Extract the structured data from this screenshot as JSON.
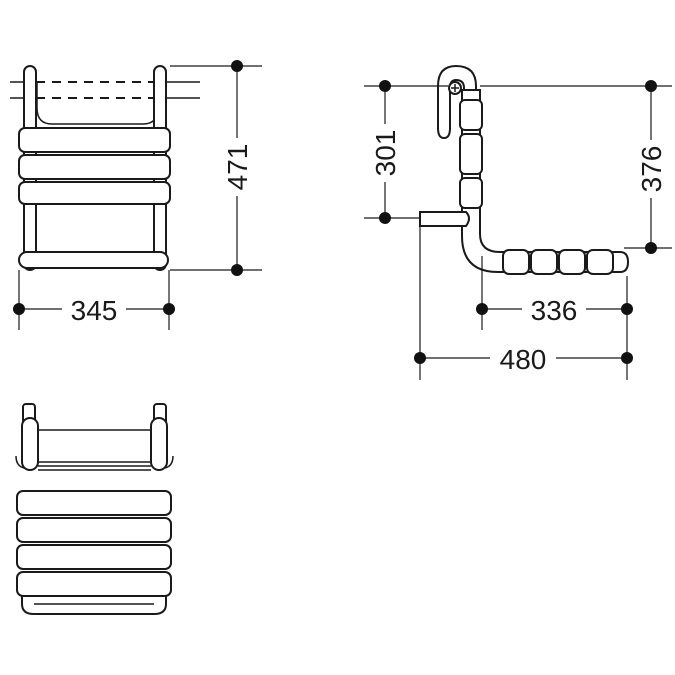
{
  "dimensions": {
    "front_width": "345",
    "front_height": "471",
    "side_height_upper": "301",
    "side_height_total": "376",
    "side_depth_inner": "336",
    "side_depth_outer": "480"
  },
  "colors": {
    "line": "#1a1a1a",
    "background": "#ffffff"
  }
}
